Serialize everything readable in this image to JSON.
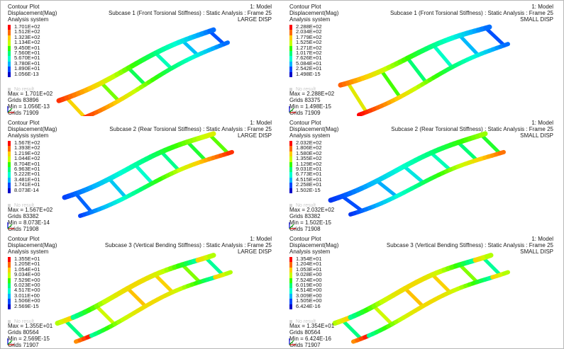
{
  "panels": [
    {
      "head": [
        "Contour Plot",
        "Displacement(Mag)",
        "Analysis system"
      ],
      "rhead": [
        "1: Model",
        "Subcase 1 (Front Torsional Stiffness) : Static Analysis : Frame 25",
        "LARGE DISP"
      ],
      "legend": [
        "1.701E+02",
        "1.512E+02",
        "1.323E+02",
        "1.134E+02",
        "9.450E+01",
        "7.560E+01",
        "5.670E+01",
        "3.780E+01",
        "1.890E+01",
        "1.056E-13"
      ],
      "no_result": "No result",
      "stats": [
        "Max = 1.701E+02",
        "Grids 83896",
        "Min = 1.056E-13",
        "Grids 71909"
      ]
    },
    {
      "head": [
        "Contour Plot",
        "Displacement(Mag)",
        "Analysis system"
      ],
      "rhead": [
        "1: Model",
        "Subcase 1 (Front Torsional Stiffness) : Static Analysis : Frame 25",
        "SMALL DISP"
      ],
      "legend": [
        "2.288E+02",
        "2.034E+02",
        "1.779E+02",
        "1.525E+02",
        "1.271E+02",
        "1.017E+02",
        "7.626E+01",
        "5.084E+01",
        "2.542E+01",
        "1.498E-15"
      ],
      "no_result": "No result",
      "stats": [
        "Max = 2.288E+02",
        "Grids 83375",
        "Min = 1.498E-15",
        "Grids 71909"
      ]
    },
    {
      "head": [
        "Contour Plot",
        "Displacement(Mag)",
        "Analysis system"
      ],
      "rhead": [
        "1: Model",
        "Subcase 2 (Rear Torsional Stiffness) : Static Analysis : Frame 25",
        "LARGE DISP"
      ],
      "legend": [
        "1.567E+02",
        "1.393E+02",
        "1.219E+02",
        "1.044E+02",
        "8.704E+01",
        "6.963E+01",
        "5.222E+01",
        "3.481E+01",
        "1.741E+01",
        "8.073E-14"
      ],
      "no_result": "No result",
      "stats": [
        "Max = 1.567E+02",
        "Grids 83382",
        "Min = 8.073E-14",
        "Grids 71908"
      ]
    },
    {
      "head": [
        "Contour Plot",
        "Displacement(Mag)",
        "Analysis system"
      ],
      "rhead": [
        "1: Model",
        "Subcase 2 (Rear Torsional Stiffness) : Static Analysis : Frame 25",
        "SMALL DISP"
      ],
      "legend": [
        "2.032E+02",
        "1.806E+02",
        "1.580E+02",
        "1.355E+02",
        "1.129E+02",
        "9.031E+01",
        "6.773E+01",
        "4.515E+01",
        "2.258E+01",
        "1.502E-15"
      ],
      "no_result": "No result",
      "stats": [
        "Max = 2.032E+02",
        "Grids 83382",
        "Min = 1.502E-15",
        "Grids 71908"
      ]
    },
    {
      "head": [
        "Contour Plot",
        "Displacement(Mag)",
        "Analysis system"
      ],
      "rhead": [
        "1: Model",
        "Subcase 3 (Vertical Bending Stiffness) : Static Analysis : Frame 25",
        "LARGE DISP"
      ],
      "legend": [
        "1.355E+01",
        "1.205E+01",
        "1.054E+01",
        "9.034E+00",
        "7.529E+00",
        "6.023E+00",
        "4.517E+00",
        "3.011E+00",
        "1.506E+00",
        "2.569E-15"
      ],
      "no_result": "No result",
      "stats": [
        "Max = 1.355E+01",
        "Grids 80564",
        "Min = 2.569E-15",
        "Grids 71907"
      ]
    },
    {
      "head": [
        "Contour Plot",
        "Displacement(Mag)",
        "Analysis system"
      ],
      "rhead": [
        "1: Model",
        "Subcase 3 (Vertical Bending Stiffness) : Static Analysis : Frame 25",
        "SMALL DISP"
      ],
      "legend": [
        "1.354E+01",
        "1.204E+01",
        "1.053E+01",
        "9.028E+00",
        "7.524E+00",
        "6.019E+00",
        "4.514E+00",
        "3.009E+00",
        "1.505E+00",
        "6.424E-16"
      ],
      "no_result": "No result",
      "stats": [
        "Max = 1.354E+01",
        "Grids 80564",
        "Min = 6.424E-16",
        "Grids 71907"
      ]
    }
  ],
  "legend_colors": [
    "#ff0000",
    "#ff6a00",
    "#ffce00",
    "#c8ff00",
    "#33ff00",
    "#00ff7a",
    "#00ffd2",
    "#00b4ff",
    "#0048ff",
    "#0000c8"
  ],
  "triad_colors": {
    "x": "#d00000",
    "y": "#00a000",
    "z": "#0000d0"
  }
}
